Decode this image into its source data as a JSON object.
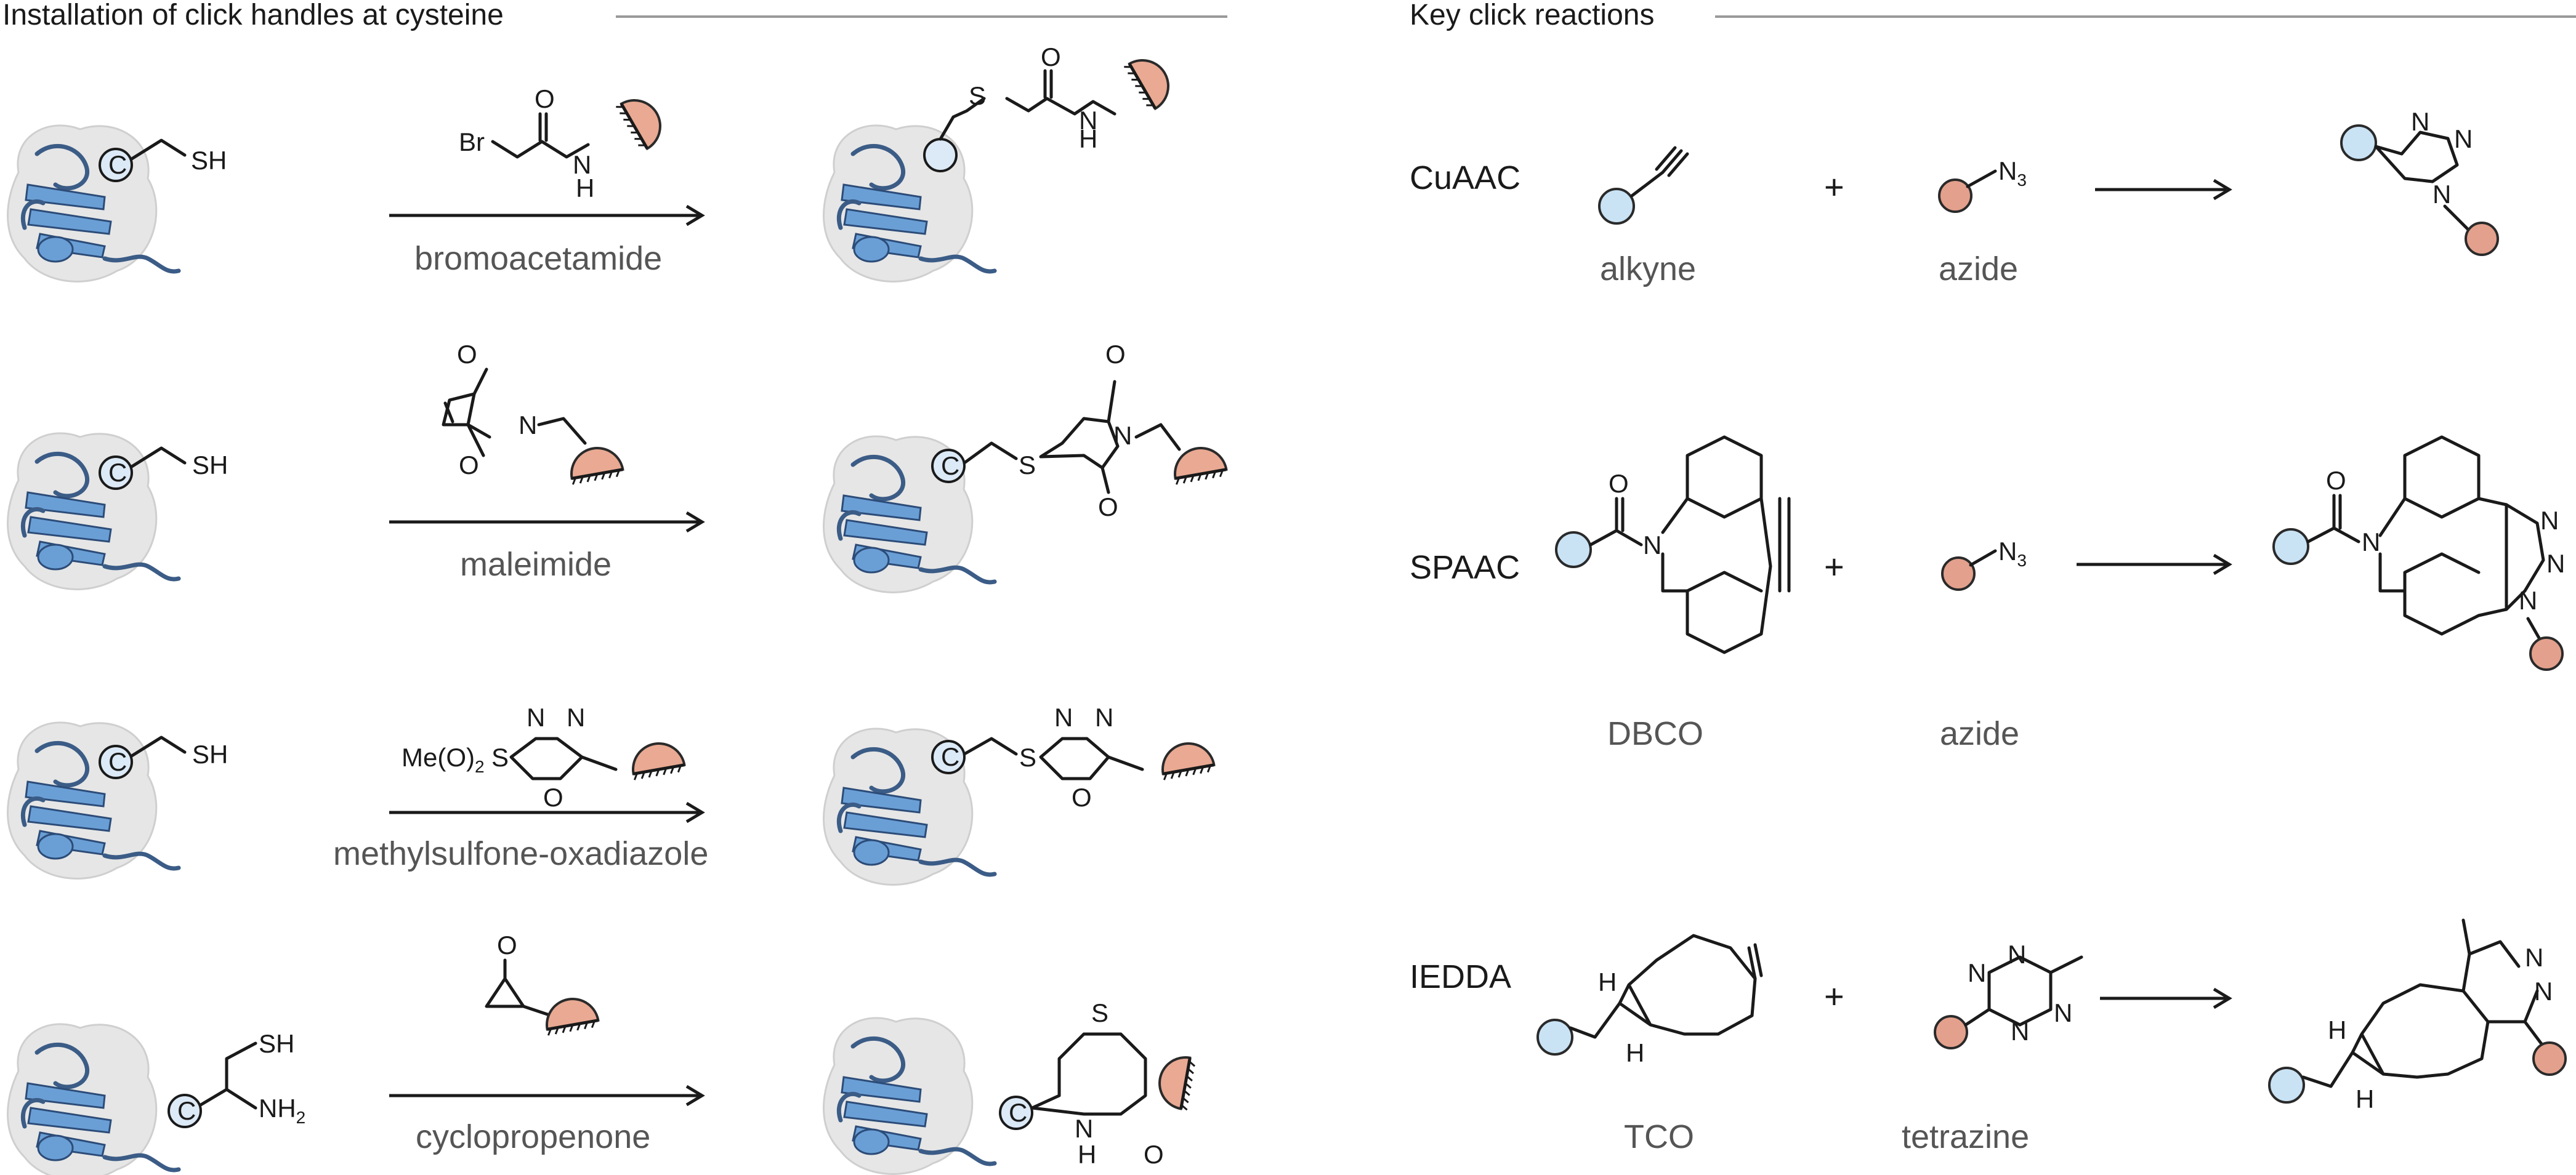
{
  "left_panel": {
    "title": "Installation of click handles at cysteine",
    "rows": [
      {
        "reagent": "bromoacetamide",
        "atoms": {
          "sh": "SH",
          "br": "Br",
          "o": "O",
          "n": "N",
          "h": "H",
          "s": "S",
          "o2": "O",
          "n2": "N",
          "h2": "H"
        }
      },
      {
        "reagent": "maleimide",
        "atoms": {
          "sh": "SH",
          "o_top": "O",
          "o_bot": "O",
          "n": "N",
          "s": "S",
          "o_top2": "O",
          "o_bot2": "O",
          "n2": "N"
        }
      },
      {
        "reagent": "methylsulfone-oxadiazole",
        "atoms": {
          "sh": "SH",
          "me": "Me(O)",
          "me_sub": "2",
          "s": "S",
          "n1": "N",
          "n2": "N",
          "o": "O",
          "s2": "S",
          "n3": "N",
          "n4": "N",
          "o2": "O"
        }
      },
      {
        "reagent": "cyclopropenone",
        "atoms": {
          "sh": "SH",
          "nh": "NH",
          "nh_sub": "2",
          "o": "O",
          "s": "S",
          "n": "N",
          "h": "H",
          "o2": "O"
        }
      }
    ],
    "cys_label": "C"
  },
  "right_panel": {
    "title": "Key click reactions",
    "reactions": [
      {
        "name": "CuAAC",
        "reactant1": "alkyne",
        "reactant2": "azide",
        "plus": "+",
        "atoms": {
          "n3": "N",
          "n3_sub": "3",
          "na": "N",
          "nb": "N",
          "nc": "N"
        }
      },
      {
        "name": "SPAAC",
        "reactant1": "DBCO",
        "reactant2": "azide",
        "plus": "+",
        "atoms": {
          "o": "O",
          "n": "N",
          "n3": "N",
          "n3_sub": "3",
          "o2": "O",
          "n2": "N",
          "na": "N",
          "nb": "N",
          "nc": "N"
        }
      },
      {
        "name": "IEDDA",
        "reactant1": "TCO",
        "reactant2": "tetrazine",
        "plus": "+",
        "atoms": {
          "h1": "H",
          "h2": "H",
          "t1": "N",
          "t2": "N",
          "t3": "N",
          "t4": "N",
          "p1": "N",
          "p2": "N",
          "h3": "H",
          "h4": "H"
        }
      }
    ]
  },
  "colors": {
    "azide_ball": "#e3a08c",
    "alkyne_ball": "#c9e3f5",
    "protein": "#6a9fd6",
    "rule": "#9a9a9a"
  }
}
